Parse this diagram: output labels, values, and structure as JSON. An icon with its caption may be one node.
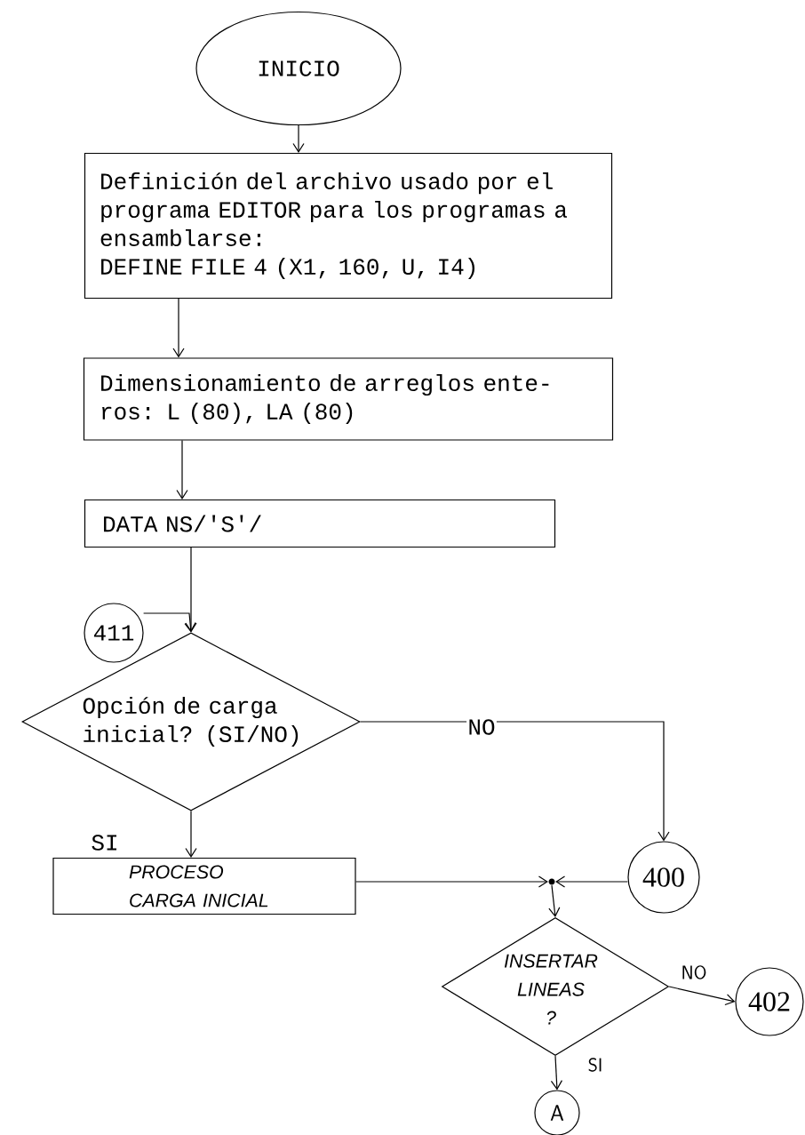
{
  "diagram": {
    "nodes": [
      {
        "text": [
          "INICIO"
        ]
      },
      {
        "text": [
          "Definición del archivo usado por el programa EDITOR para los programas a ensamblarse:",
          "DEFINE FILE 4 (X1, 160, U, I4)"
        ]
      },
      {
        "text": [
          "Dimensionamiento de arreglos ente-ros: L (80), LA (80)"
        ]
      },
      {
        "text": [
          "DATA NS/'S'/"
        ]
      },
      {
        "text": [
          "411"
        ]
      },
      {
        "text": [
          "Opción de carga inicial? (SI/NO)"
        ]
      },
      {
        "text": [
          "PROCESO CARGA INICIAL"
        ]
      },
      {
        "text": [
          "400"
        ]
      },
      {
        "text": [],
        "shape": "dot"
      },
      {
        "text": [
          "INSERTAR LINEAS",
          "?"
        ]
      },
      {
        "text": [
          "402"
        ]
      },
      {
        "text": [
          "A"
        ]
      }
    ],
    "edges": [
      {
        "from": 0,
        "to": 1,
        "arrow": "to"
      },
      {
        "from": 1,
        "to": 2,
        "arrow": "to"
      },
      {
        "from": 2,
        "to": 3,
        "arrow": "to"
      },
      {
        "from": 3,
        "to": 5,
        "arrow": "to"
      },
      {
        "from": 4,
        "to": 5,
        "arrow": "to"
      },
      {
        "from": 5,
        "to": 6,
        "arrow": "to",
        "label": "SI"
      },
      {
        "from": 5,
        "to": 7,
        "arrow": "to",
        "label": "NO"
      },
      {
        "from": 6,
        "to": 8,
        "arrow": "to"
      },
      {
        "from": 7,
        "to": 8,
        "arrow": "to"
      },
      {
        "from": 8,
        "to": 9,
        "arrow": "to"
      },
      {
        "from": 9,
        "to": 10,
        "arrow": "to",
        "label": "NO"
      },
      {
        "from": 9,
        "to": 11,
        "arrow": "to",
        "label": "SI"
      }
    ]
  }
}
